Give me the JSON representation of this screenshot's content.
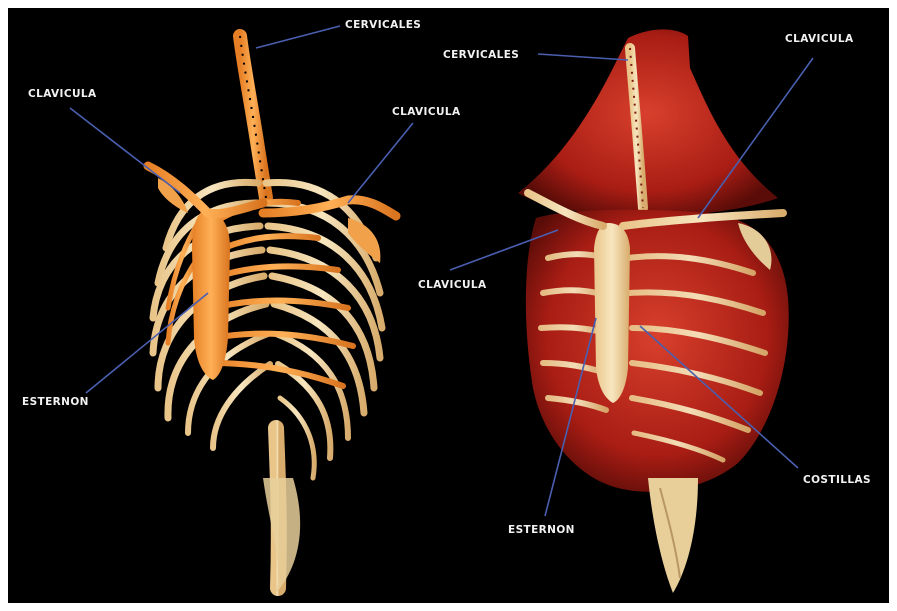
{
  "colors": {
    "background": "#000000",
    "frame": "#ffffff",
    "bone": "#f0d9a8",
    "bone_orange": "#f49a3c",
    "muscle": "#b8241a",
    "leader_line": "#4a5fb0",
    "label_text": "#f2f2f2"
  },
  "labels": {
    "left_cervicales": "CERVICALES",
    "left_clavicula_1": "CLAVICULA",
    "left_clavicula_2": "CLAVICULA",
    "left_esternon": "ESTERNON",
    "right_cervicales": "CERVICALES",
    "right_clavicula_1": "CLAVICULA",
    "right_clavicula_2": "CLAVICULA",
    "right_costillas": "COSTILLAS",
    "right_esternon": "ESTERNON"
  }
}
